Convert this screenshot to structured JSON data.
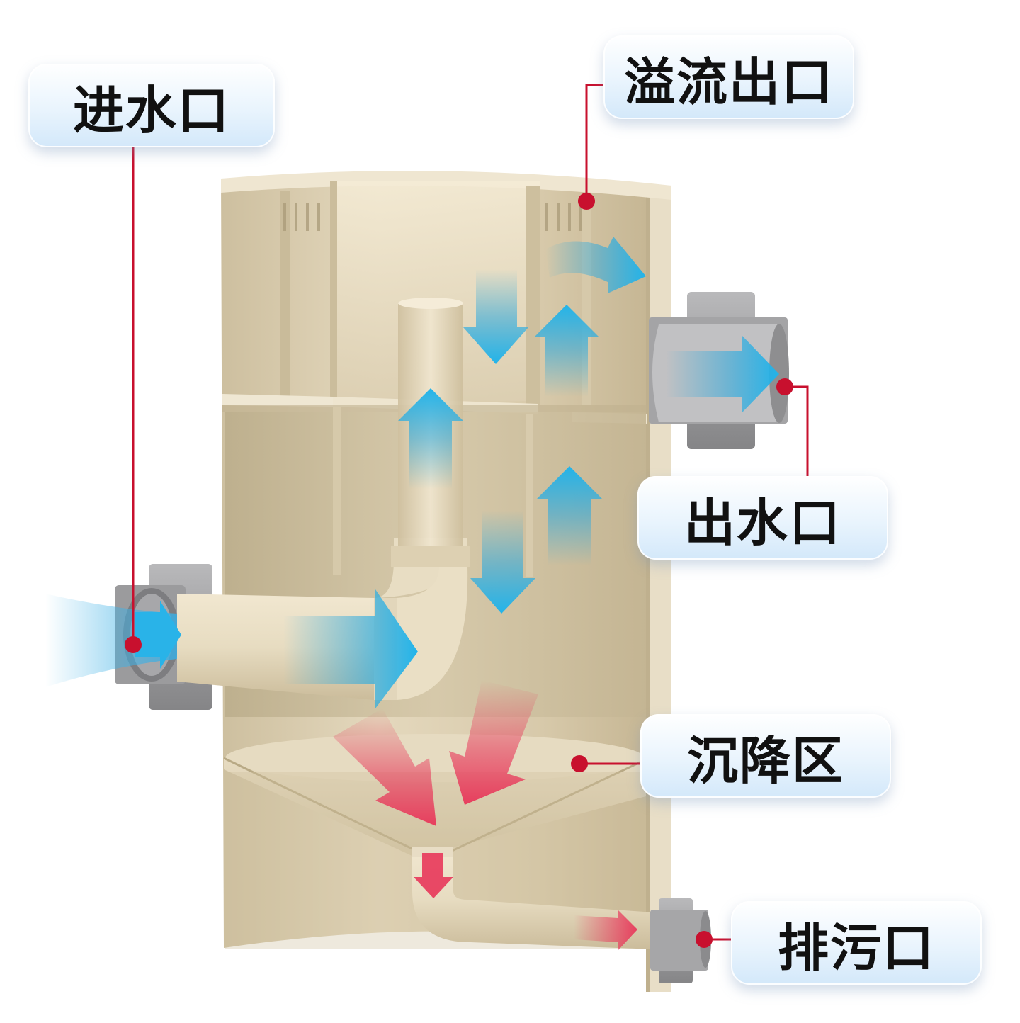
{
  "labels": {
    "inlet": "进水口",
    "overflow_outlet": "溢流出口",
    "outlet": "出水口",
    "settling_zone": "沉降区",
    "drain": "排污口"
  },
  "colors": {
    "tank_body": "#ddd0b4",
    "tank_shadow": "#c6b794",
    "pipe_fitting": "#9a9a9c",
    "flow_water": "#2aa9df",
    "flow_sediment": "#e8375a",
    "leader_line": "#c8102e",
    "label_background": "#e4f1fc"
  }
}
